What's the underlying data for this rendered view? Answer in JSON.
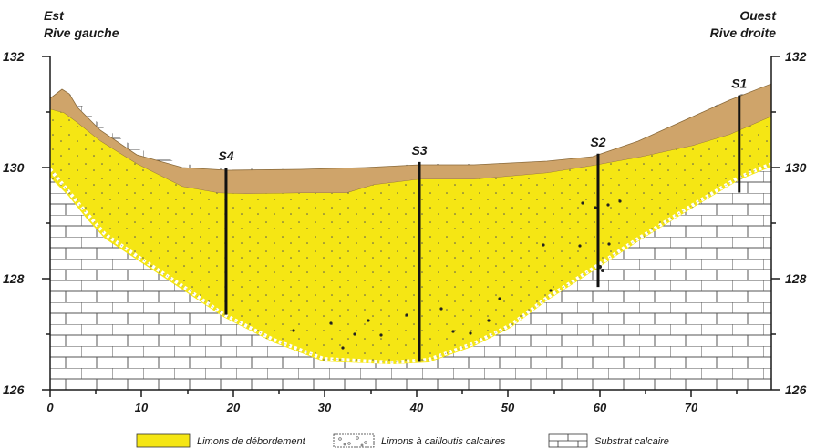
{
  "header": {
    "left_line1": "Est",
    "left_line2": "Rive gauche",
    "right_line1": "Ouest",
    "right_line2": "Rive droite"
  },
  "axes": {
    "y_ticks": [
      "132",
      "130",
      "128",
      "126"
    ],
    "x_ticks": [
      "0",
      "10",
      "20",
      "30",
      "40",
      "50",
      "60",
      "70"
    ]
  },
  "boreholes": [
    {
      "label": "S4",
      "x": 19.2,
      "top": 130.0,
      "bottom": 127.35
    },
    {
      "label": "S3",
      "x": 40.3,
      "top": 130.1,
      "bottom": 126.5
    },
    {
      "label": "S2",
      "x": 59.8,
      "top": 130.25,
      "bottom": 127.85
    },
    {
      "label": "S1",
      "x": 75.2,
      "top": 131.3,
      "bottom": 129.55
    }
  ],
  "legend": {
    "limons": "Limons de débordement",
    "cailloutis": "Limons à cailloutis calcaires",
    "substrat": "Substrat calcaire"
  },
  "colors": {
    "limons": "#f5e614",
    "surface": "#cfa46a",
    "limestone_line": "#4a4a4a",
    "background": "#ffffff"
  }
}
